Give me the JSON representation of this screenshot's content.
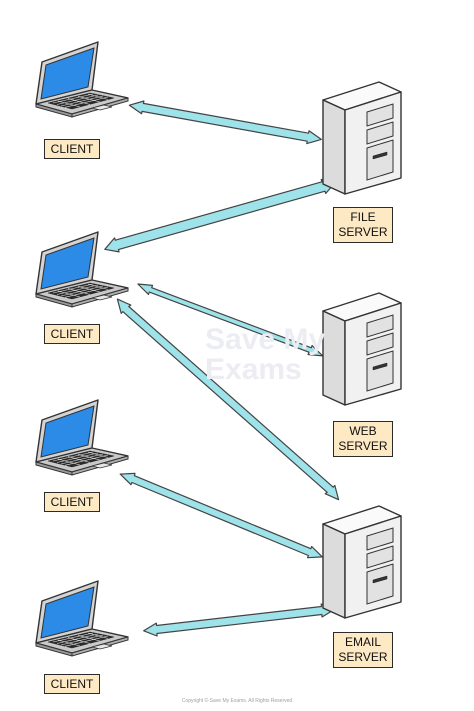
{
  "clients": [
    {
      "label": "CLIENT"
    },
    {
      "label": "CLIENT"
    },
    {
      "label": "CLIENT"
    },
    {
      "label": "CLIENT"
    }
  ],
  "servers": [
    {
      "line1": "FILE",
      "line2": "SERVER"
    },
    {
      "line1": "WEB",
      "line2": "SERVER"
    },
    {
      "line1": "EMAIL",
      "line2": "SERVER"
    }
  ],
  "watermark": {
    "line1": "Save My",
    "line2": "Exams"
  },
  "copyright": "Copyright © Save My Exams. All Rights Reserved",
  "colors": {
    "arrow_fill": "#9ee3ea",
    "arrow_stroke": "#444444",
    "screen": "#2b8be6",
    "label_bg": "#fde9c4",
    "server_body": "#f1f1f1"
  }
}
